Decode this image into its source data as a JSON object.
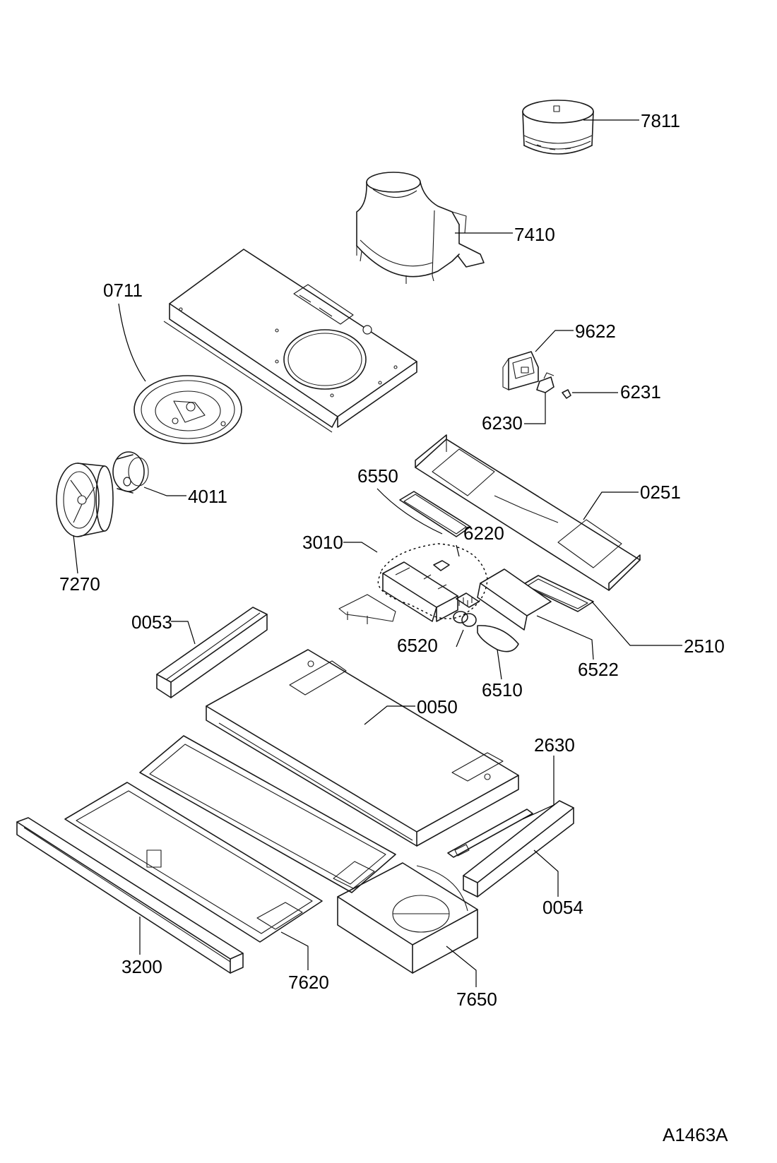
{
  "drawing_code": "A1463A",
  "parts": {
    "p7811": "7811",
    "p7410": "7410",
    "p0711": "0711",
    "p9622": "9622",
    "p6231": "6231",
    "p6230": "6230",
    "p6550": "6550",
    "p0251": "0251",
    "p4011": "4011",
    "p6220": "6220",
    "p3010": "3010",
    "p7270": "7270",
    "p0053": "0053",
    "p6520": "6520",
    "p2510": "2510",
    "p6522": "6522",
    "p6510": "6510",
    "p0050": "0050",
    "p2630": "2630",
    "p0054": "0054",
    "p3200": "3200",
    "p7620": "7620",
    "p7650": "7650"
  }
}
